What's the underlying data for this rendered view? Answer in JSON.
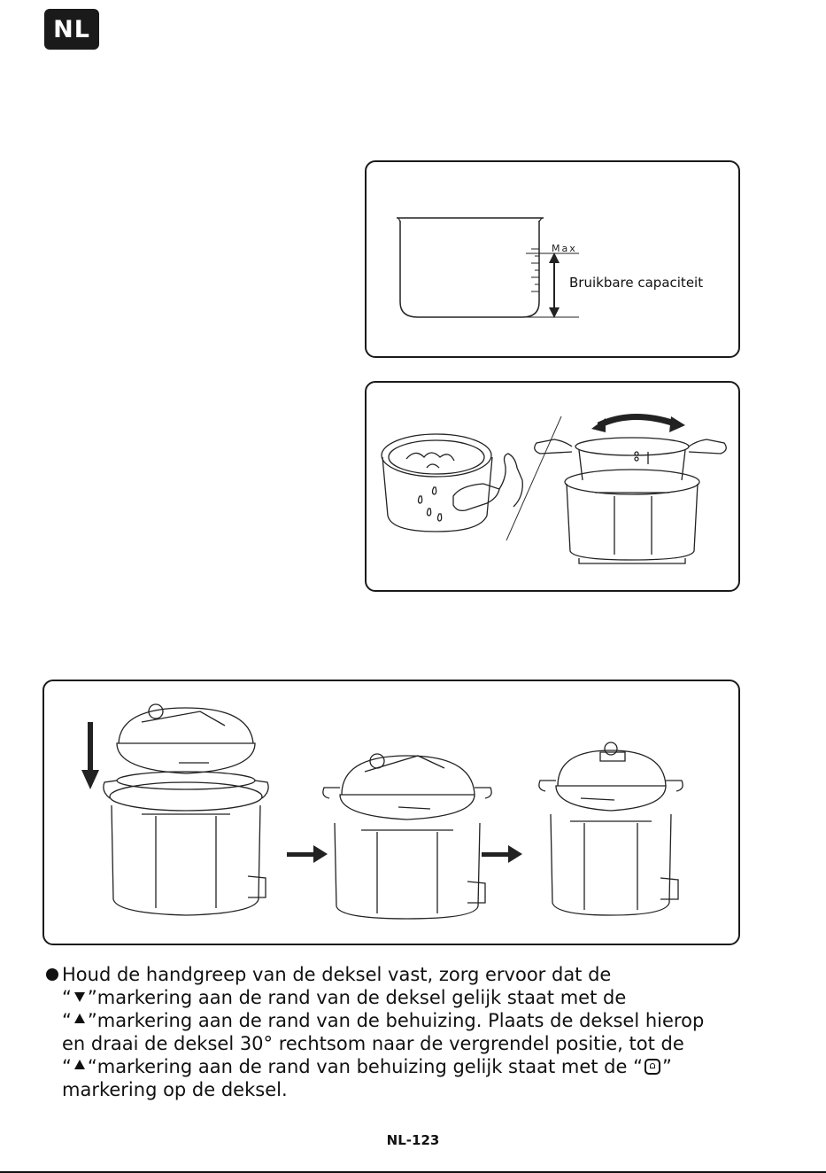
{
  "header": {
    "language_badge": "NL"
  },
  "capacity_figure": {
    "max_label": "Max",
    "capacity_label": "Bruikbare capaciteit"
  },
  "instructions": {
    "line1": "Houd de handgreep van de deksel vast, zorg ervoor dat de",
    "line2_pre": "“",
    "line2_post": "”markering aan de rand van de deksel gelijk staat met de",
    "line3_pre": "“",
    "line3_post": "”markering aan de rand van de behuizing. Plaats de deksel hierop",
    "line4": "en draai de deksel 30° rechtsom naar de vergrendel positie, tot de",
    "line5_pre": "“",
    "line5_mid": "“markering aan de rand van behuizing gelijk staat met de “",
    "line5_post": "”",
    "line6": "markering op de deksel."
  },
  "footer": {
    "page_number": "NL-123"
  },
  "icons": [
    "triangle-down-icon",
    "triangle-up-icon",
    "lock-icon",
    "bullet-icon",
    "arrow-right-icon",
    "arrow-down-icon"
  ]
}
